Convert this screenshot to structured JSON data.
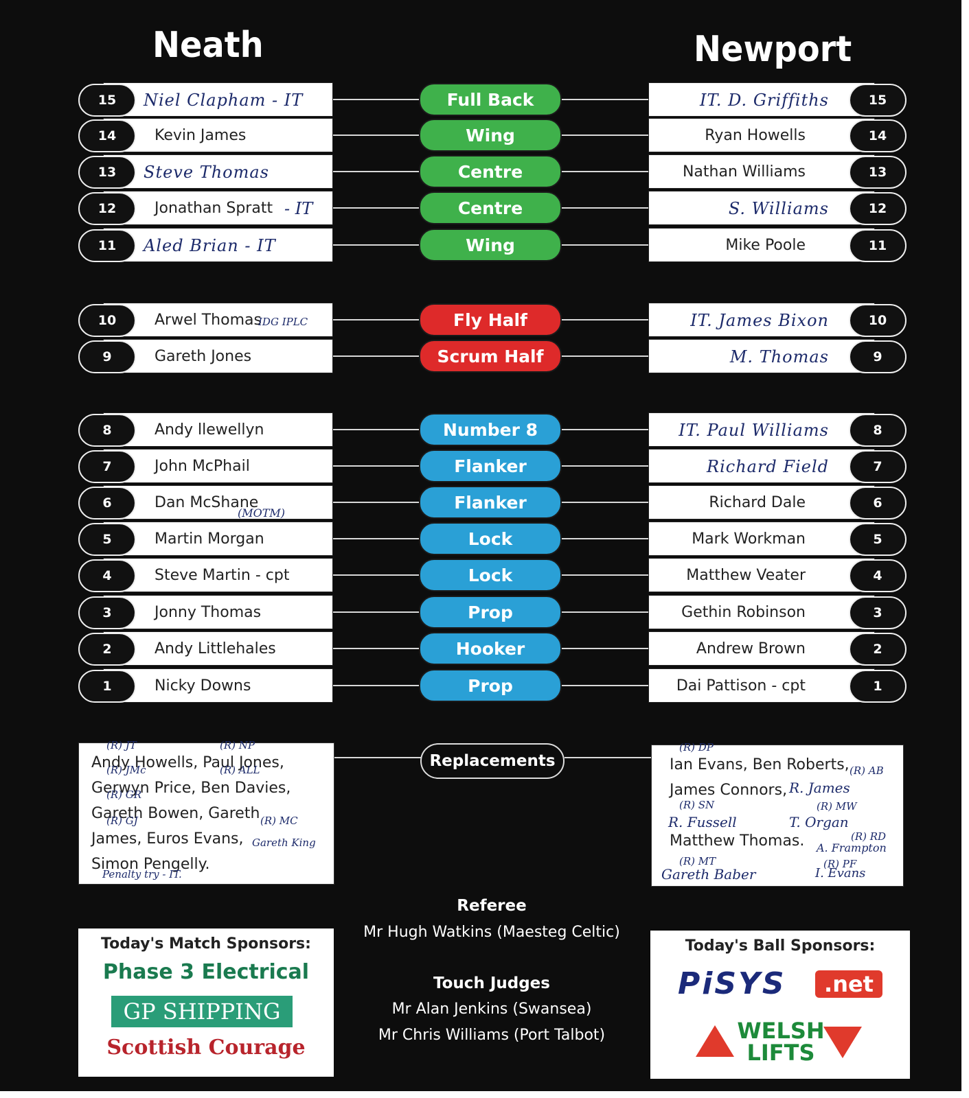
{
  "teams": {
    "home": "Neath",
    "away": "Newport"
  },
  "positions": [
    "Full Back",
    "Wing",
    "Centre",
    "Centre",
    "Wing",
    "Fly Half",
    "Scrum Half",
    "Number 8",
    "Flanker",
    "Flanker",
    "Lock",
    "Lock",
    "Prop",
    "Hooker",
    "Prop"
  ],
  "home_numbers": [
    "15",
    "14",
    "13",
    "12",
    "11",
    "10",
    "9",
    "8",
    "7",
    "6",
    "5",
    "4",
    "3",
    "2",
    "1"
  ],
  "away_numbers": [
    "15",
    "14",
    "13",
    "12",
    "11",
    "10",
    "9",
    "8",
    "7",
    "6",
    "5",
    "4",
    "3",
    "2",
    "1"
  ],
  "home_players": [
    "Niel Clapham - IT",
    "Kevin James",
    "Steve Thomas",
    "Jonathan Spratt",
    "Aled Brian - IT",
    "Arwel Thomas",
    "Gareth Jones",
    "Andy llewellyn",
    "John McPhail",
    "Dan McShane",
    "Martin Morgan",
    "Steve Martin - cpt",
    "Jonny Thomas",
    "Andy Littlehales",
    "Nicky Downs"
  ],
  "home_notes": {
    "spratt": "- IT",
    "arwel": "IDG IPLC",
    "mcshane": "(MOTM)"
  },
  "away_players": [
    "IT. D. Griffiths",
    "Ryan Howells",
    "Nathan Williams",
    "S. Williams",
    "Mike Poole",
    "IT. James Bixon",
    "M. Thomas",
    "IT. Paul Williams",
    "Richard Field",
    "Richard Dale",
    "Mark Workman",
    "Matthew Veater",
    "Gethin Robinson",
    "Andrew Brown",
    "Dai Pattison - cpt"
  ],
  "replacements_label": "Replacements",
  "home_replacements": [
    "Andy Howells, Paul Jones,",
    "Gerwyn Price, Ben Davies,",
    "Gareth Bowen, Gareth",
    "James, Euros Evans,",
    "Simon Pengelly."
  ],
  "home_rep_notes": [
    "(R) JT",
    "(R) NP",
    "(R) JMc",
    "(R) ALL",
    "(R) GR",
    "(R) MC",
    "(R) GJ",
    "Gareth King",
    "Penalty try - IT."
  ],
  "away_replacements": [
    "Ian Evans, Ben Roberts,",
    "James Connors,",
    "",
    "Matthew Thomas."
  ],
  "away_rep_notes": [
    "(R) DP",
    "(R) AB",
    "R. James",
    "(R) SN",
    "(R) MW",
    "R. Fussell",
    "T. Organ",
    "(R) RD",
    "A. Frampton",
    "(R) MT",
    "(R) PF",
    "Gareth Baber",
    "I. Evans"
  ],
  "officials": {
    "referee_label": "Referee",
    "referee": "Mr Hugh Watkins (Maesteg Celtic)",
    "touch_label": "Touch Judges",
    "touch1": "Mr Alan Jenkins (Swansea)",
    "touch2": "Mr Chris Williams (Port Talbot)"
  },
  "sponsors": {
    "match_title": "Today's Match Sponsors:",
    "match1": "Phase 3 Electrical",
    "match2": "GP SHIPPING",
    "match3": "Scottish Courage",
    "ball_title": "Today's Ball Sponsors:",
    "ball1": "PiSYS",
    "ball1_suffix": ".net",
    "ball2a": "WELSH",
    "ball2b": "LIFTS"
  },
  "colors": {
    "backs": "#3fb14b",
    "halves": "#de2a2a",
    "forwards": "#2aa0d6",
    "background": "#0d0d0d"
  }
}
